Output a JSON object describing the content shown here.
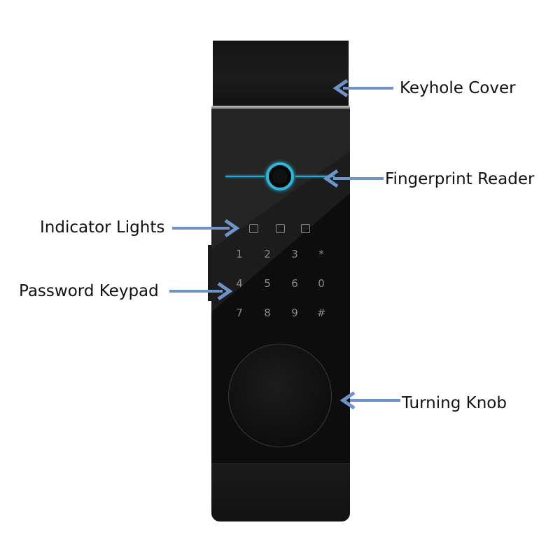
{
  "labels": {
    "keyhole_cover": "Keyhole Cover",
    "fingerprint_reader": "Fingerprint Reader",
    "indicator_lights": "Indicator Lights",
    "password_keypad": "Password Keypad",
    "turning_knob": "Turning Knob"
  },
  "keypad": {
    "keys": [
      "1",
      "2",
      "3",
      "*",
      "4",
      "5",
      "6",
      "0",
      "7",
      "8",
      "9",
      "#"
    ]
  },
  "colors": {
    "arrow": "#6f93c8",
    "fingerprint_glow": "#2fb5d8",
    "device": "#0d0d0d"
  }
}
